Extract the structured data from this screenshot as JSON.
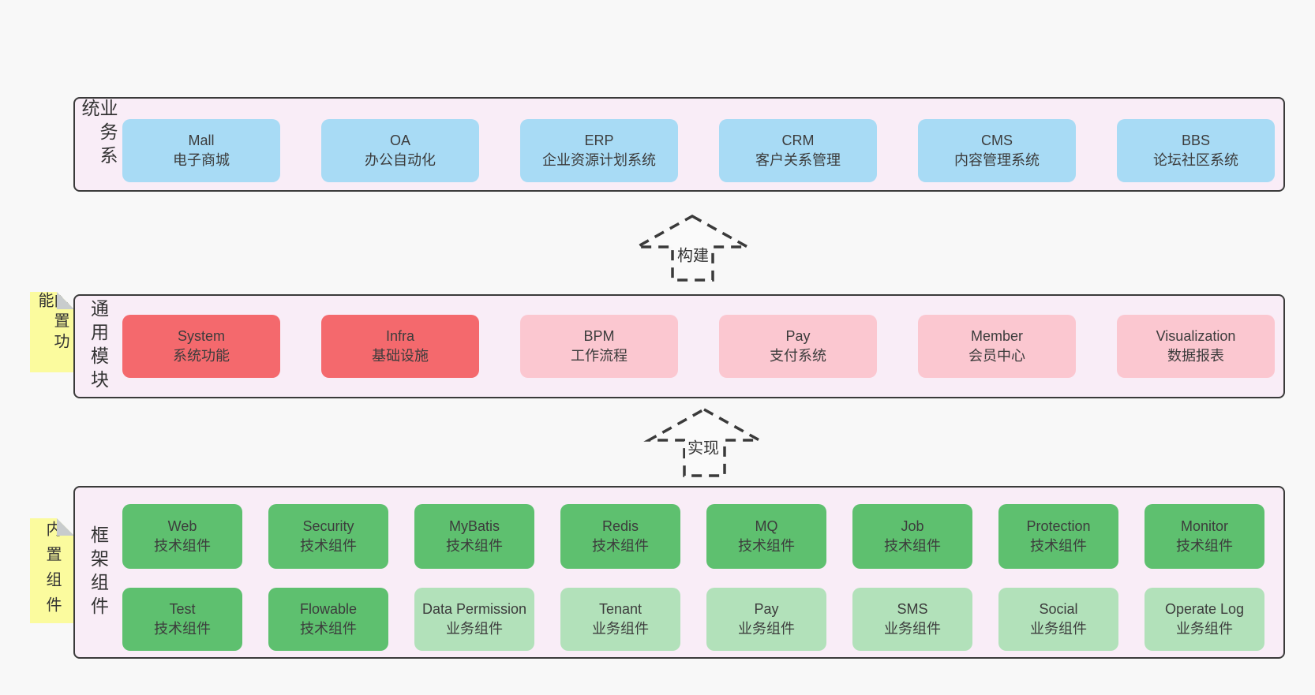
{
  "colors": {
    "page_bg": "#f8f8f8",
    "container_bg": "#f9edf7",
    "container_border": "#3a3a3a",
    "box_blue": "#a8dbf5",
    "box_red": "#f4696d",
    "box_pink": "#fbc7d0",
    "box_green_dark": "#5ec06f",
    "box_green_light": "#b2e1ba",
    "sticky_bg": "#fbfb9e",
    "sticky_fold": "#c8cccd",
    "text": "#3c3c3c"
  },
  "layers": [
    {
      "label": "业务系统",
      "tag": null,
      "rows": [
        [
          {
            "name": "Mall",
            "desc": "电子商城",
            "variant": "blue"
          },
          {
            "name": "OA",
            "desc": "办公自动化",
            "variant": "blue"
          },
          {
            "name": "ERP",
            "desc": "企业资源计划系统",
            "variant": "blue"
          },
          {
            "name": "CRM",
            "desc": "客户关系管理",
            "variant": "blue"
          },
          {
            "name": "CMS",
            "desc": "内容管理系统",
            "variant": "blue"
          },
          {
            "name": "BBS",
            "desc": "论坛社区系统",
            "variant": "blue"
          }
        ]
      ]
    },
    {
      "label": "通用模块",
      "tag": "内置功能",
      "rows": [
        [
          {
            "name": "System",
            "desc": "系统功能",
            "variant": "red"
          },
          {
            "name": "Infra",
            "desc": "基础设施",
            "variant": "red"
          },
          {
            "name": "BPM",
            "desc": "工作流程",
            "variant": "pink"
          },
          {
            "name": "Pay",
            "desc": "支付系统",
            "variant": "pink"
          },
          {
            "name": "Member",
            "desc": "会员中心",
            "variant": "pink"
          },
          {
            "name": "Visualization",
            "desc": "数据报表",
            "variant": "pink"
          }
        ]
      ]
    },
    {
      "label": "框架组件",
      "tag": "内置组件",
      "rows": [
        [
          {
            "name": "Web",
            "desc": "技术组件",
            "variant": "green-dark"
          },
          {
            "name": "Security",
            "desc": "技术组件",
            "variant": "green-dark"
          },
          {
            "name": "MyBatis",
            "desc": "技术组件",
            "variant": "green-dark"
          },
          {
            "name": "Redis",
            "desc": "技术组件",
            "variant": "green-dark"
          },
          {
            "name": "MQ",
            "desc": "技术组件",
            "variant": "green-dark"
          },
          {
            "name": "Job",
            "desc": "技术组件",
            "variant": "green-dark"
          },
          {
            "name": "Protection",
            "desc": "技术组件",
            "variant": "green-dark"
          },
          {
            "name": "Monitor",
            "desc": "技术组件",
            "variant": "green-dark"
          }
        ],
        [
          {
            "name": "Test",
            "desc": "技术组件",
            "variant": "green-dark"
          },
          {
            "name": "Flowable",
            "desc": "技术组件",
            "variant": "green-dark"
          },
          {
            "name": "Data Permission",
            "desc": "业务组件",
            "variant": "green-light"
          },
          {
            "name": "Tenant",
            "desc": "业务组件",
            "variant": "green-light"
          },
          {
            "name": "Pay",
            "desc": "业务组件",
            "variant": "green-light"
          },
          {
            "name": "SMS",
            "desc": "业务组件",
            "variant": "green-light"
          },
          {
            "name": "Social",
            "desc": "业务组件",
            "variant": "green-light"
          },
          {
            "name": "Operate Log",
            "desc": "业务组件",
            "variant": "green-light"
          }
        ]
      ]
    }
  ],
  "arrows": [
    {
      "label": "构建"
    },
    {
      "label": "实现"
    }
  ]
}
